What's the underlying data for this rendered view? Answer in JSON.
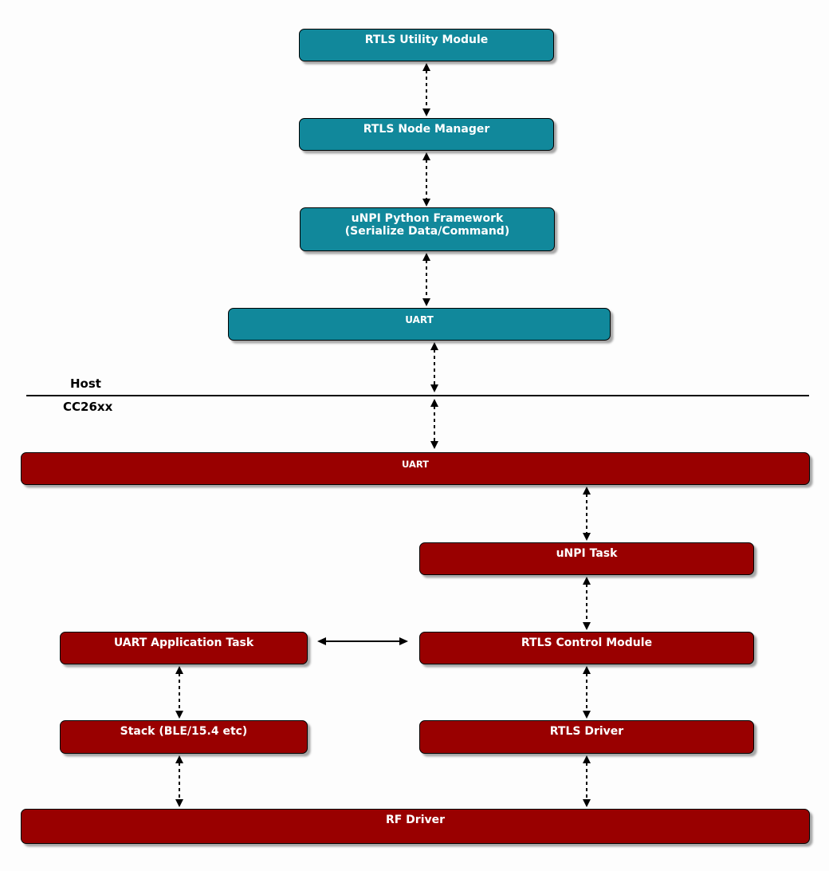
{
  "diagram": {
    "title_hint": "RTLS software architecture diagram",
    "sections": {
      "host_label": "Host",
      "device_label": "CC26xx"
    },
    "colors": {
      "host_node": "#11889B",
      "device_node": "#990000",
      "node_text": "#FFFFFF",
      "line": "#000000"
    },
    "nodes": {
      "rtls_utility_module": "RTLS Utility Module",
      "rtls_node_manager": "RTLS Node Manager",
      "unpi_python_framework_line1": "uNPI Python Framework",
      "unpi_python_framework_line2": "(Serialize Data/Command)",
      "host_uart": "UART",
      "device_uart": "UART",
      "unpi_task": "uNPI Task",
      "uart_application_task": "UART Application Task",
      "rtls_control_module": "RTLS Control Module",
      "stack_ble": "Stack (BLE/15.4 etc)",
      "rtls_driver": "RTLS Driver",
      "rf_driver": "RF Driver"
    },
    "edges": [
      "RTLS Utility Module <..> RTLS Node Manager",
      "RTLS Node Manager <..> uNPI Python Framework",
      "uNPI Python Framework <..> UART (Host)",
      "UART (Host) <..> UART (CC26xx)",
      "UART (CC26xx) <..> uNPI Task",
      "uNPI Task <..> RTLS Control Module",
      "UART Application Task <-> RTLS Control Module",
      "UART Application Task <..> Stack (BLE/15.4 etc)",
      "RTLS Control Module <..> RTLS Driver",
      "Stack (BLE/15.4 etc) <..> RF Driver",
      "RTLS Driver <..> RF Driver"
    ]
  }
}
